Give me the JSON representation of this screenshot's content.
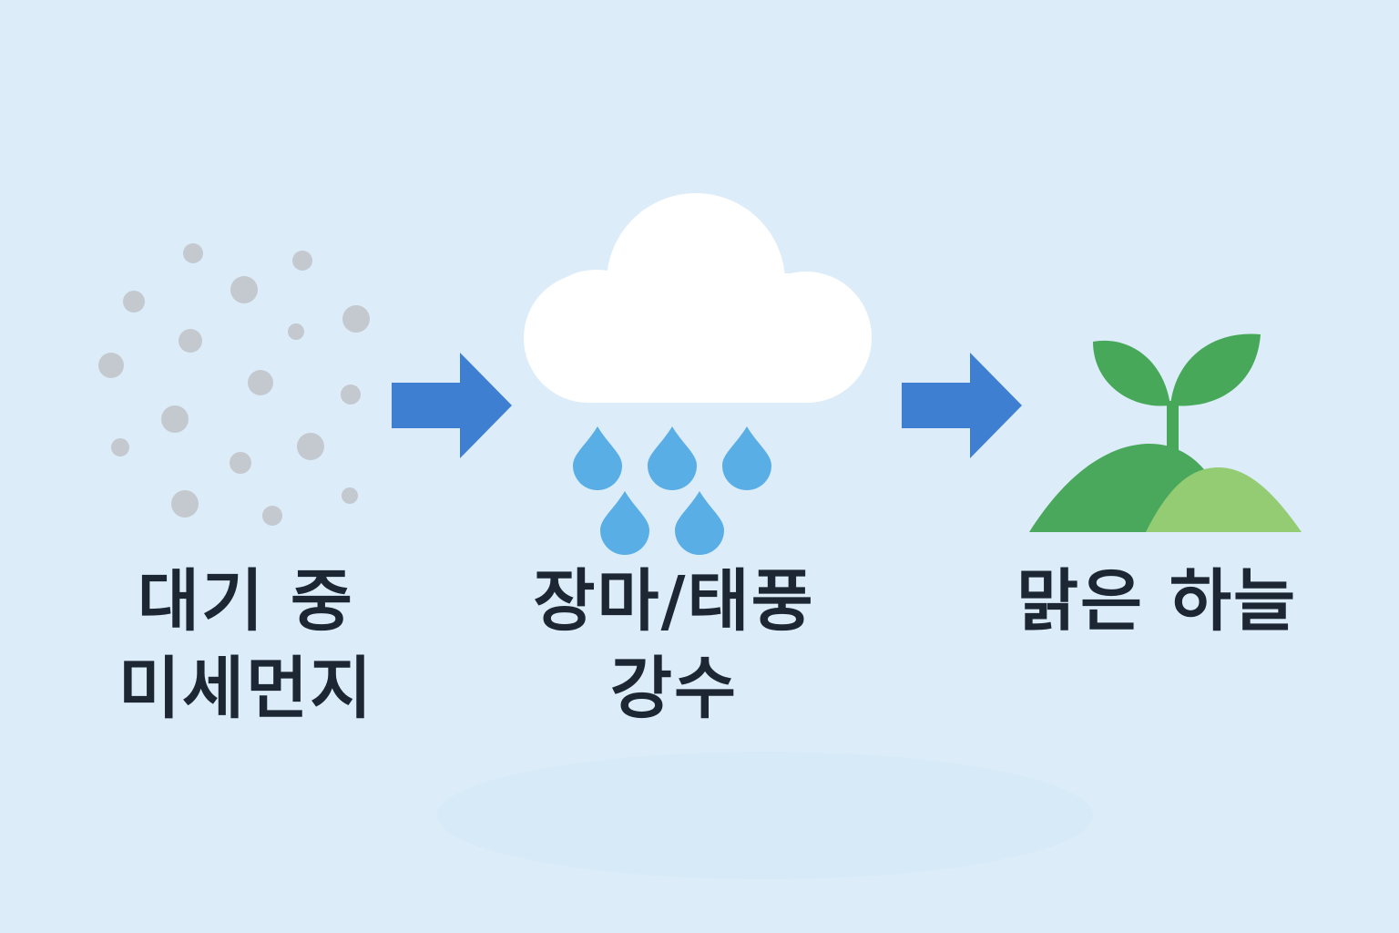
{
  "stages": [
    {
      "lines": [
        "대기 중",
        "미세먼지"
      ],
      "icon": "dust-particles-icon"
    },
    {
      "lines": [
        "장마/태풍",
        "강수"
      ],
      "icon": "rain-cloud-icon"
    },
    {
      "lines": [
        "맑은 하늘"
      ],
      "icon": "sprout-hill-icon"
    }
  ],
  "colors": {
    "background": "#dcedf9",
    "arrow": "#3f7fd2",
    "dust": "#c4c9cf",
    "cloud": "#ffffff",
    "raindrop": "#5aaee6",
    "leaf": "#48a85a",
    "hill_dark": "#4aa85c",
    "hill_light": "#93cc72",
    "text": "#1c2733"
  }
}
